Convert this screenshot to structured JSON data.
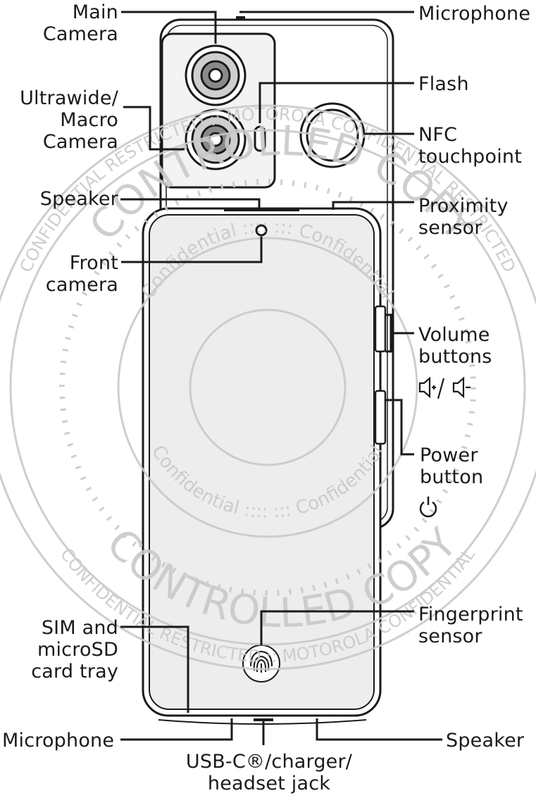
{
  "colors": {
    "line": "#1a1a1a",
    "phone_fill": "#ededed",
    "watermark": "#c9c9c9"
  },
  "watermarks": {
    "controlled_top": "CONTROLLED COPY",
    "controlled_bottom": "CONTROLLED COPY",
    "restricted_top": "CONFIDENTIAL RESTRICTED :: MOTOROLA CONFIDENTIAL RESTRICTED",
    "restricted_bottom": "CONFIDENTIAL RESTRICTED :: MOTOROLA CONFIDENTIAL",
    "confidential_top": "Confidential :::: ::: Confidential",
    "confidential_bottom": "Confidential :::: ::: Confidential"
  },
  "labels": {
    "main_camera": "Main\nCamera",
    "microphone_top": "Microphone",
    "ultrawide_camera": "Ultrawide/\nMacro\nCamera",
    "flash": "Flash",
    "nfc": "NFC\ntouchpoint",
    "speaker_top": "Speaker",
    "proximity": "Proximity\nsensor",
    "front_camera": "Front\ncamera",
    "volume": "Volume\nbuttons",
    "power": "Power\nbutton",
    "sim_tray": "SIM and\nmicroSD\ncard tray",
    "fingerprint": "Fingerprint\nsensor",
    "microphone_bottom": "Microphone",
    "speaker_bottom": "Speaker",
    "usb": "USB-C®/charger/\nheadset jack"
  },
  "icons": {
    "volume": "volume-up-down-icon",
    "power": "power-icon",
    "fingerprint": "fingerprint-icon"
  }
}
